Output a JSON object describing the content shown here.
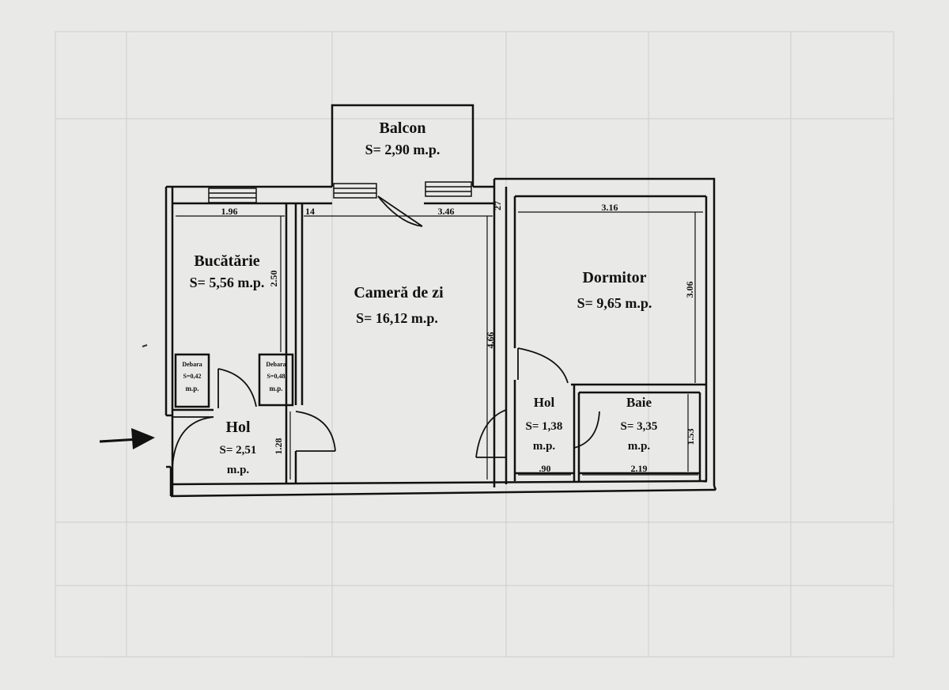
{
  "rooms": {
    "balcon": {
      "name": "Balcon",
      "area": "S= 2,90 m.p."
    },
    "bucatarie": {
      "name": "Bucătărie",
      "area": "S= 5,56 m.p."
    },
    "camera": {
      "name": "Cameră de zi",
      "area": "S= 16,12 m.p."
    },
    "dormitor": {
      "name": "Dormitor",
      "area": "S= 9,65 m.p."
    },
    "hol_left": {
      "name": "Hol",
      "area": "S= 2,51",
      "unit": "m.p."
    },
    "hol_right": {
      "name": "Hol",
      "area": "S= 1,38",
      "unit": "m.p."
    },
    "baie": {
      "name": "Baie",
      "area": "S= 3,35",
      "unit": "m.p."
    },
    "debara1": {
      "name": "Debara",
      "area": "S=0,42",
      "unit": "m.p."
    },
    "debara2": {
      "name": "Debara",
      "area": "S=0,48",
      "unit": "m.p."
    }
  },
  "dimensions": {
    "kitchen_width": "1.96",
    "kitchen_depth": "2.50",
    "living_width_a": "14",
    "living_width_b": "3.46",
    "living_depth": "4.66",
    "bedroom_width": "3.16",
    "bedroom_depth": "3.06",
    "hall_left_depth": "1.28",
    "hall_right_width": ".90",
    "bath_width": "2.19",
    "bath_depth": "1.53",
    "wall_small": "27"
  },
  "colors": {
    "paper": "#e9e9e7",
    "ink": "#111111"
  },
  "icons": {
    "entrance": "entrance-arrow-icon"
  }
}
